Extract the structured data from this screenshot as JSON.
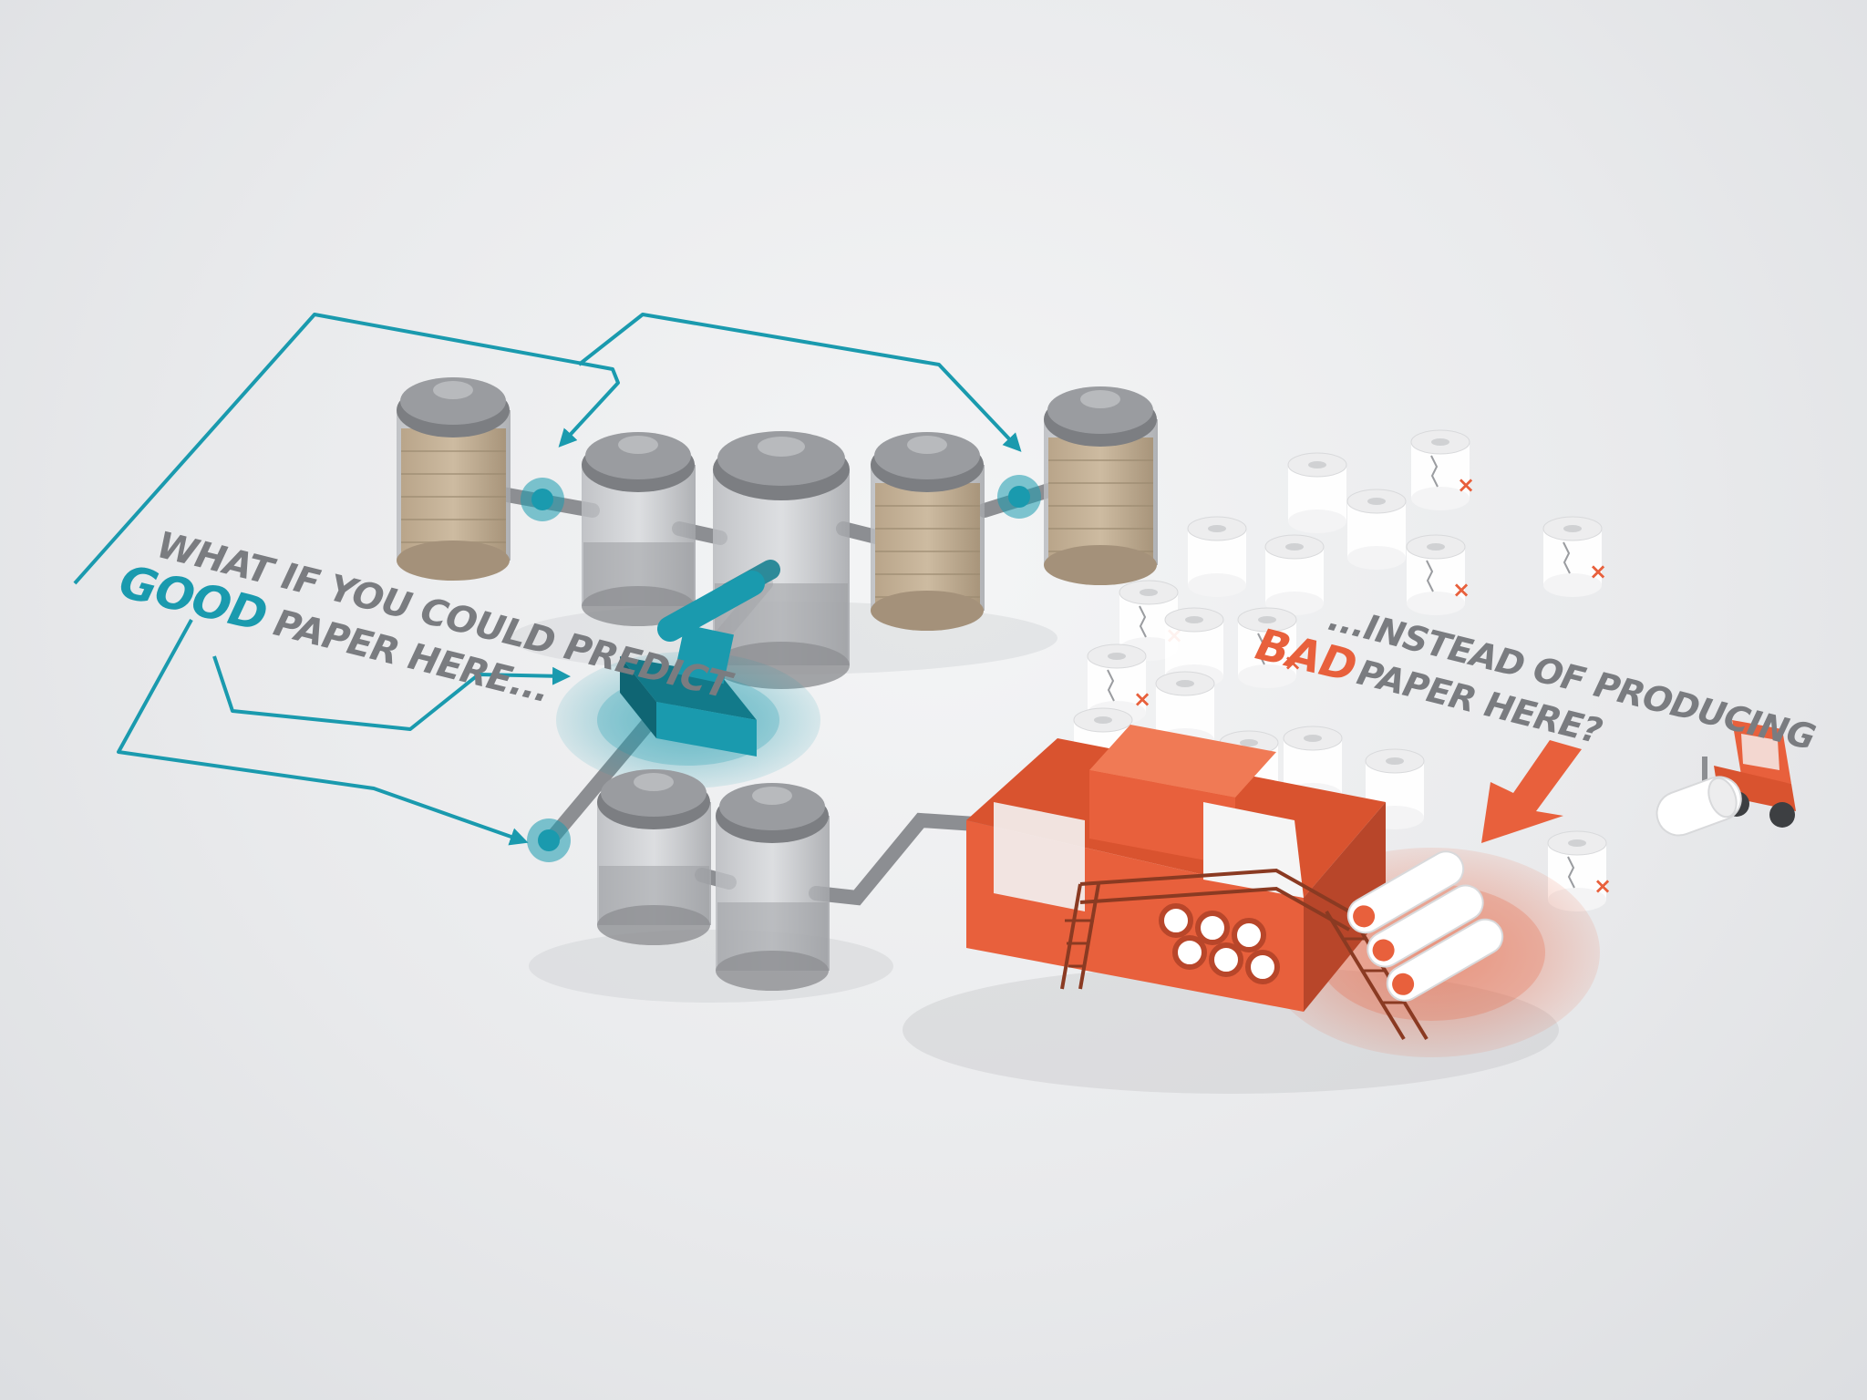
{
  "captions": {
    "left": {
      "line1": "WHAT IF YOU COULD PREDICT",
      "highlight": "GOOD",
      "line2_rest": "PAPER HERE..."
    },
    "right": {
      "line1": "...INSTEAD OF PRODUCING",
      "highlight": "BAD",
      "line2_rest": "PAPER HERE?"
    }
  },
  "colors": {
    "teal": "#1a9aae",
    "teal_dark": "#127a8a",
    "orange": "#e8603c",
    "orange_dark": "#b8462a",
    "gray_text": "#7a7c80",
    "tank_gray": "#8c8e92",
    "roll_white": "#ffffff"
  },
  "icons": {
    "reject_mark": "x-mark-icon",
    "callout_arrow": "down-arrow-icon",
    "vehicle": "forklift-icon"
  }
}
